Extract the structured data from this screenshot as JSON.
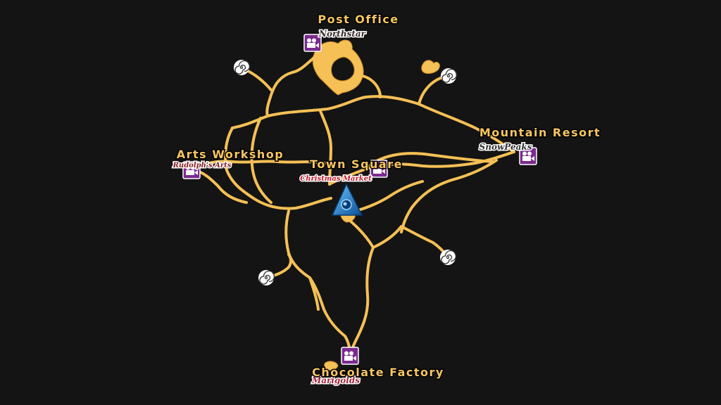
{
  "map": {
    "locations": [
      {
        "name": "Post Office",
        "sign": "Northstar"
      },
      {
        "name": "Mountain Resort",
        "sign": "SnowPeaks"
      },
      {
        "name": "Arts Workshop",
        "sign": "Rudolph's Arts"
      },
      {
        "name": "Town Square",
        "sign": "Christmas Market"
      },
      {
        "name": "Chocolate Factory",
        "sign": "Marigolds"
      }
    ],
    "colors": {
      "background": "#141414",
      "road": "#f5c055",
      "label": "#f7c662",
      "camera_marker": "#7b2a8e",
      "player_marker": "#1e7fcf"
    },
    "icons": [
      "video-camera-icon",
      "spiral-icon",
      "player-arrow-icon"
    ]
  }
}
